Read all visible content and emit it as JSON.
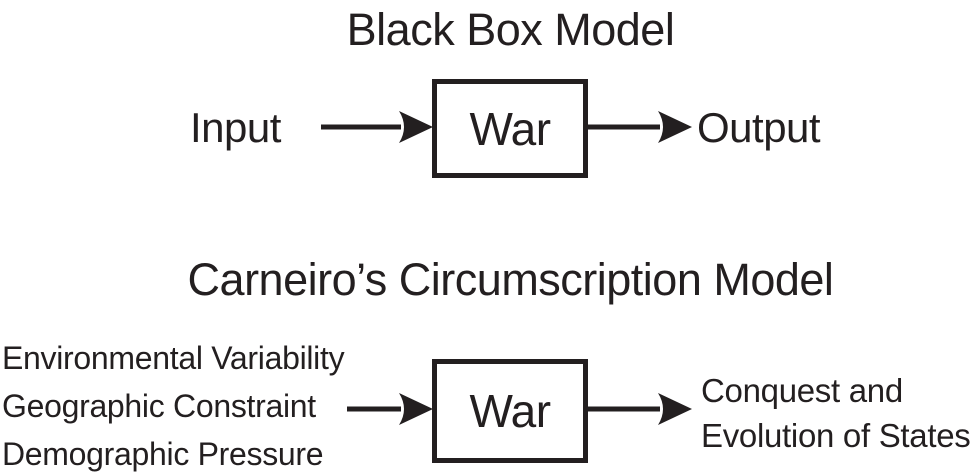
{
  "figure": {
    "background_color": "#ffffff",
    "ink_color": "#231f20"
  },
  "black_box_model": {
    "title": "Black Box Model",
    "input_label": "Input",
    "box_label": "War",
    "output_label": "Output",
    "arrows": [
      "input-to-war",
      "war-to-output"
    ]
  },
  "carneiro_model": {
    "title": "Carneiro’s Circumscription Model",
    "inputs": [
      "Environmental Variability",
      "Geographic Constraint",
      "Demographic Pressure"
    ],
    "box_label": "War",
    "output_lines": [
      "Conquest and",
      "Evolution of States"
    ],
    "arrows": [
      "inputs-to-war",
      "war-to-conquest"
    ]
  }
}
